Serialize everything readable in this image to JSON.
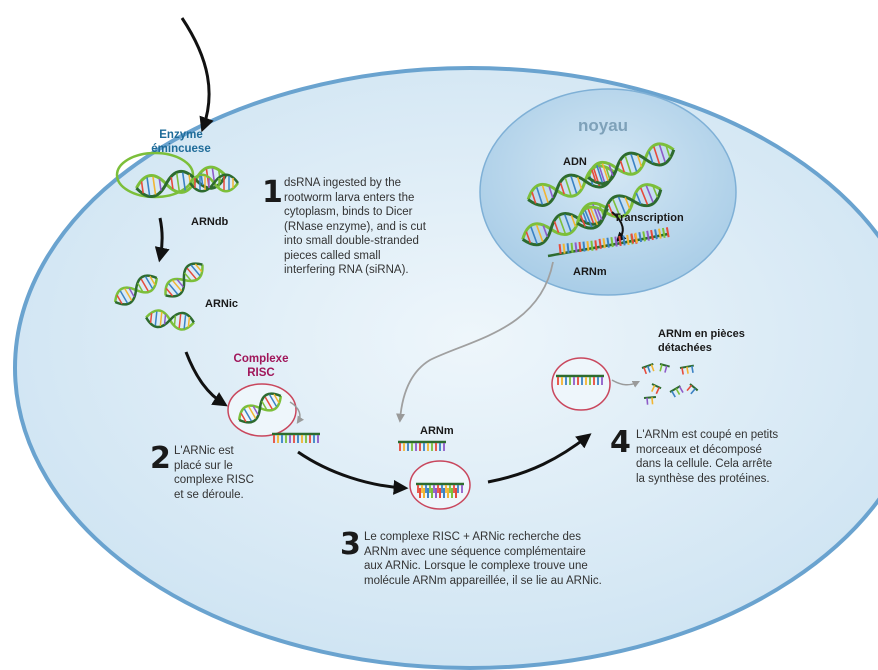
{
  "colors": {
    "cell_fill": "#d9ebf6",
    "cell_stroke": "#6aa3cf",
    "nucleus_fill": "#b8d6ec",
    "enzyme_label": "#1f6c99",
    "risc_label": "#a0165a",
    "nucleus_label": "#7ea1b9",
    "dna_green": "#7cbf3a",
    "dna_dark": "#2d6b2f"
  },
  "labels": {
    "enzyme": "Enzyme\némincuese",
    "arndb": "ARNdb",
    "arnic": "ARNic",
    "complexe_risc": "Complexe\nRISC",
    "noyau": "noyau",
    "adn": "ADN",
    "transcription": "Transcription",
    "arnm_nucleus": "ARNm",
    "arnm_free": "ARNm",
    "arnm_pieces": "ARNm en pièces\ndétachées"
  },
  "steps": [
    {
      "number": "1",
      "text": "dsRNA ingested by the\nrootworm larva enters the\ncytoplasm, binds to Dicer\n(RNase enzyme), and is cut\ninto small double-stranded\npieces called small\ninterfering RNA (siRNA)."
    },
    {
      "number": "2",
      "text": "L'ARNic est\nplacé sur le\ncomplexe RISC\net se déroule."
    },
    {
      "number": "3",
      "text": "Le complexe RISC + ARNic recherche des\nARNm avec une séquence complémentaire\naux ARNic. Lorsque le complexe trouve une\nmolécule ARNm appareillée, il se lie au ARNic."
    },
    {
      "number": "4",
      "text": "L'ARNm est coupé en petits\nmorceaux et décomposé\ndans la cellule. Cela arrête\nla synthèse des protéines."
    }
  ]
}
